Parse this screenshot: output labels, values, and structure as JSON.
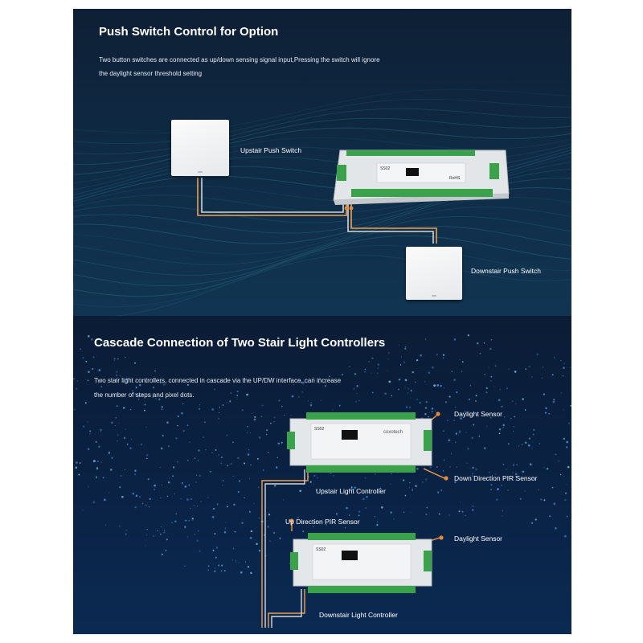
{
  "section_push": {
    "title": "Push Switch Control for Option",
    "description_line1": "Two button switches are connected as up/down sensing signal input,Pressing the switch will ignore",
    "description_line2": "the daylight sensor threshold setting",
    "upstair_switch_label": "Upstair Push Switch",
    "downstair_switch_label": "Downstair Push Switch",
    "controller_model": "SS02",
    "controller_brand": "RoHS"
  },
  "section_cascade": {
    "title": "Cascade Connection of Two Stair Light Controllers",
    "description_line1": "Two stair light controllers, connected in cascade via the UP/DW interface, can increase",
    "description_line2": "the number of steps and pixel dots.",
    "upper_daylight_label": "Daylight Sensor",
    "down_pir_label": "Down Direction PIR Sensor",
    "upstair_controller_label": "Upstair Light Controller",
    "up_pir_label": "Up Direction PIR Sensor",
    "lower_daylight_label": "Daylight Sensor",
    "downstair_controller_label": "Downstair Light Controller",
    "controller_model": "SS02",
    "controller_brand": "coxotech"
  },
  "colors": {
    "wire": "#f0a050",
    "dot": "#e8893a",
    "terminal_green": "#3aa24a"
  }
}
